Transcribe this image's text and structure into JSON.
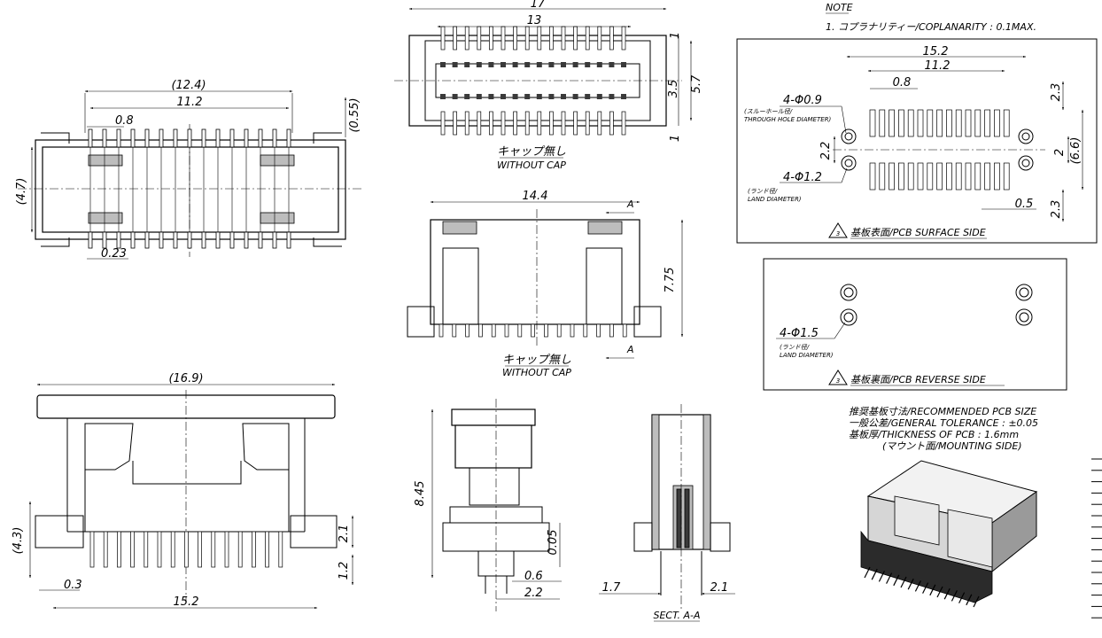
{
  "note": {
    "heading": "NOTE",
    "item1": "1. コプラナリティー/COPLANARITY : 0.1MAX."
  },
  "dims": {
    "top_width_17": "17",
    "top_width_13": "13",
    "top_h_1a": "1",
    "top_h_3_5": "3.5",
    "top_h_5_7": "5.7",
    "top_h_1b": "1",
    "left_12_4": "(12.4)",
    "left_11_2": "11.2",
    "left_0_8": "0.8",
    "left_0_55": "(0.55)",
    "left_4_7": "(4.7)",
    "left_0_23": "0.23",
    "front_14_4": "14.4",
    "front_7_75": "7.75",
    "section_mark_a": "A",
    "big_16_9": "(16.9)",
    "big_4_3": "(4.3)",
    "big_2_1": "2.1",
    "big_1_2": "1.2",
    "big_0_3": "0.3",
    "big_15_2": "15.2",
    "side_8_45": "8.45",
    "side_0_05": "0.05",
    "side_0_6": "0.6",
    "side_2_2": "2.2",
    "sect_1_7": "1.7",
    "sect_2_1": "2.1"
  },
  "captions": {
    "without_cap_jp": "キャップ無し",
    "without_cap_en": "WITHOUT CAP",
    "sect_aa": "SECT. A-A"
  },
  "pcb_surface": {
    "dim_15_2": "15.2",
    "dim_11_2": "11.2",
    "dim_0_8": "0.8",
    "dim_2_3a": "2.3",
    "dim_2": "2",
    "dim_6_6": "(6.6)",
    "dim_2_3b": "2.3",
    "dim_0_5": "0.5",
    "dim_2_2": "2.2",
    "hole_label": "4-Φ0.9",
    "hole_desc_jp": "(スルーホール径/",
    "hole_desc_en": "THROUGH HOLE DIAMETER)",
    "land_label": "4-Φ1.2",
    "land_desc_jp": "(ランド径/",
    "land_desc_en": "LAND DIAMETER)",
    "revision_mark": "3",
    "title": "基板表面/PCB SURFACE SIDE"
  },
  "pcb_reverse": {
    "land_label": "4-Φ1.5",
    "land_desc_jp": "(ランド径/",
    "land_desc_en": "LAND DIAMETER)",
    "revision_mark": "3",
    "title": "基板裏面/PCB REVERSE SIDE"
  },
  "recommended": {
    "line1": "推奨基板寸法/RECOMMENDED PCB SIZE",
    "line2": "一般公差/GENERAL TOLERANCE : ±0.05",
    "line3": "基板厚/THICKNESS OF PCB : 1.6mm",
    "line4": "(マウント面/MOUNTING SIDE)"
  }
}
